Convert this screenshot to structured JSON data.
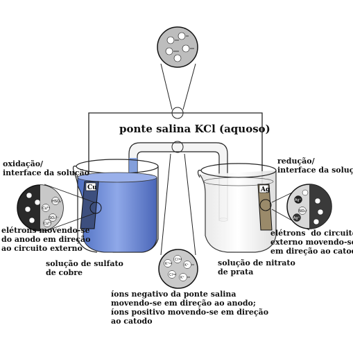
{
  "diagram": {
    "bridge_label": "ponte salina KCl (aquoso)",
    "left_interface_label": "oxidação/\ninterface da solução",
    "right_interface_label": "redução/\ninterface da solução",
    "left_electron_label": "elétrons movendo-se\ndo anodo em direção\nao circuito externo",
    "right_electron_label": "elétrons  do circuito\nexterno movendo-se\nem direção ao catodo",
    "left_solution_label": "solução de sulfato\nde cobre",
    "right_solution_label": "solução de nitrato\nde prata",
    "bridge_ions_label": "íons negativo da ponte salina\nmovendo-se em direção ao anodo;\níons positivo movendo-se em direção\nao catodo",
    "left_electrode": "Cu",
    "right_electrode": "Ag",
    "ions": {
      "cu": "Cu²⁺",
      "so4": "SO₄²⁻",
      "hso4": "HSO₄⁻",
      "k": "K⁺",
      "cl": "Cl⁻",
      "ag": "Ag⁺",
      "no3": "NO₃⁻",
      "electron": "e⁻"
    },
    "colors": {
      "copper_solution": "#6f8fd6",
      "wire": "#222222"
    }
  }
}
